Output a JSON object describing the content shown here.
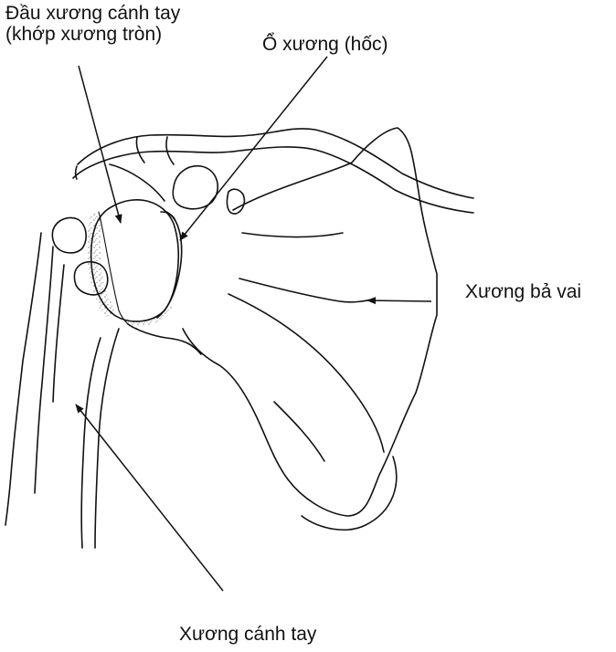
{
  "labels": {
    "humeral_head_line1": "Đầu xương cánh tay",
    "humeral_head_line2": "(khớp xương tròn)",
    "glenoid_fossa": "Ổ xương (hốc)",
    "scapula": "Xương bả vai",
    "humerus": "Xương cánh tay"
  },
  "colors": {
    "ink": "#111111",
    "background": "#ffffff"
  }
}
